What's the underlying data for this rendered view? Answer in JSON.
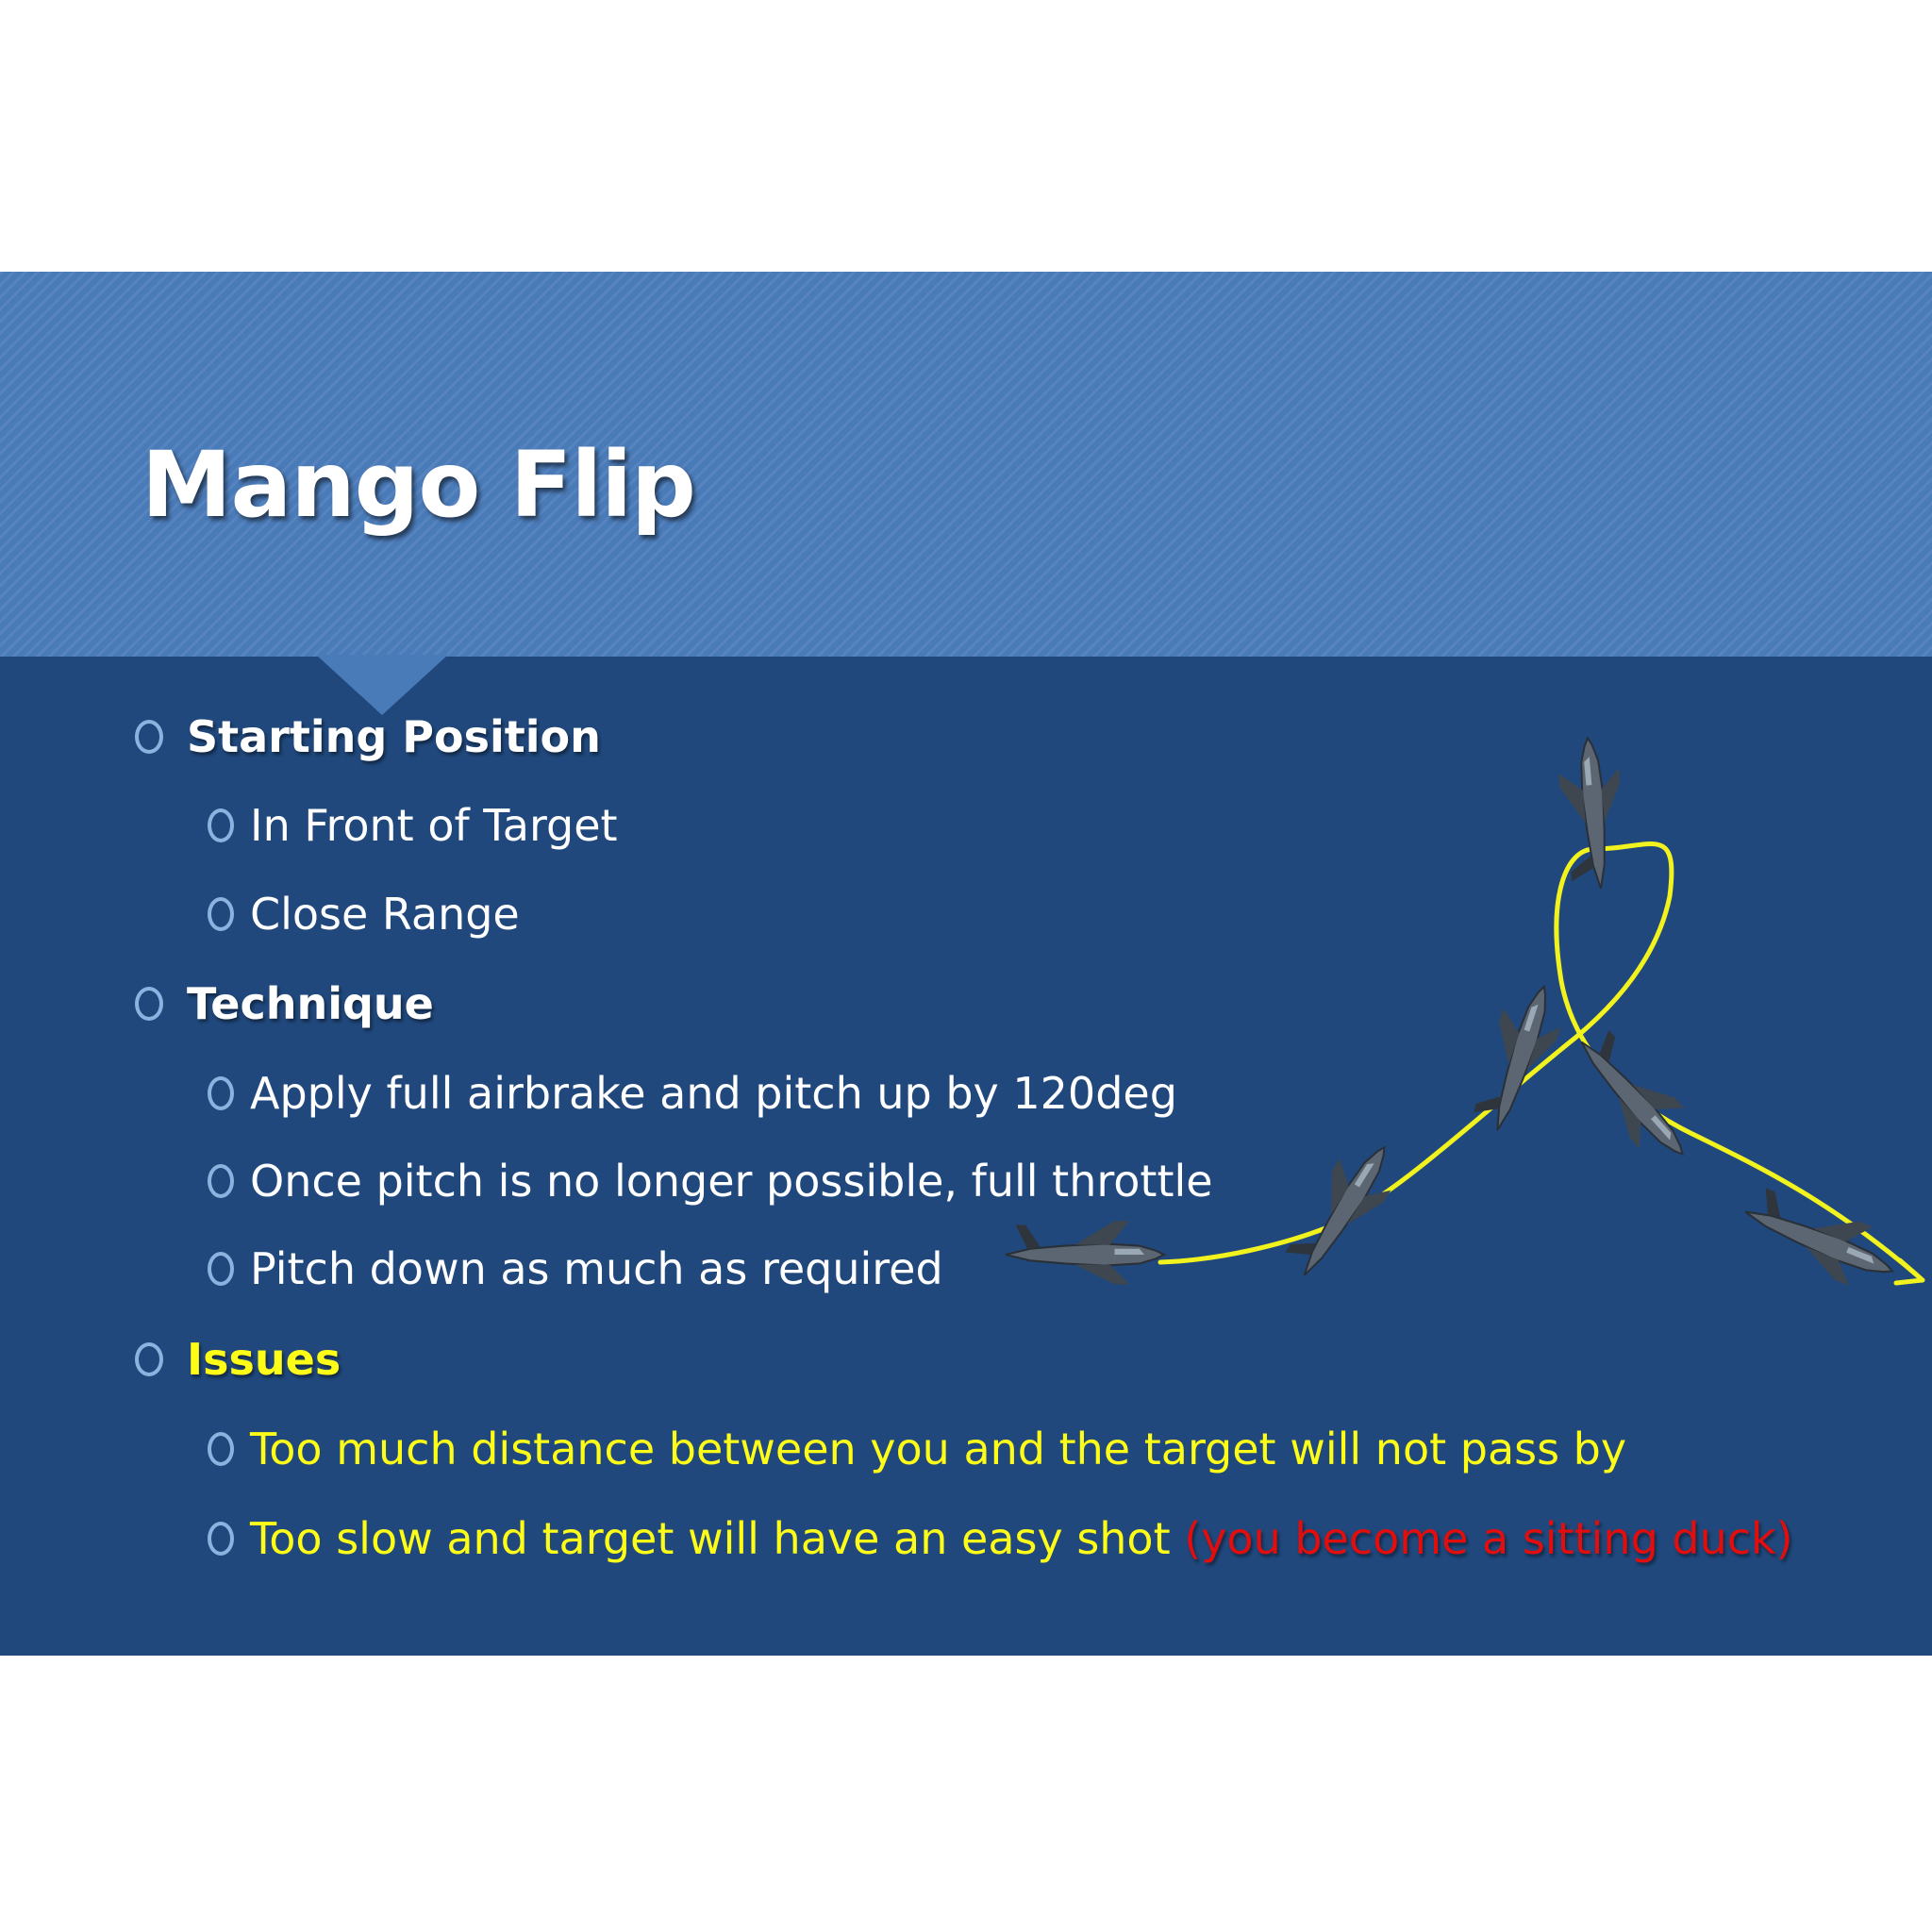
{
  "slide": {
    "title": "Mango Flip",
    "sections": [
      {
        "heading": "Starting Position",
        "items": [
          "In Front of Target",
          "Close Range"
        ]
      },
      {
        "heading": "Technique",
        "items": [
          "Apply full airbrake and pitch up by 120deg",
          "Once pitch is no longer possible, full throttle",
          "Pitch down as much as required"
        ]
      },
      {
        "heading": "Issues",
        "items": [
          "Too much distance between you and the target will not pass by",
          "Too slow and target will have an easy shot"
        ],
        "note": "(you become a sitting duck)"
      }
    ]
  },
  "colors": {
    "background": "#20487c",
    "header": "#4a7bb9",
    "bullet_marker": "#8cb3e0",
    "issues_text": "#fdfd18",
    "warning_text": "#e20d0d",
    "flight_path": "#f2f21e"
  },
  "diagram": {
    "aircraft_count": 6,
    "icons": [
      "fighter-jet-icon",
      "flight-path-arrow-icon"
    ]
  }
}
